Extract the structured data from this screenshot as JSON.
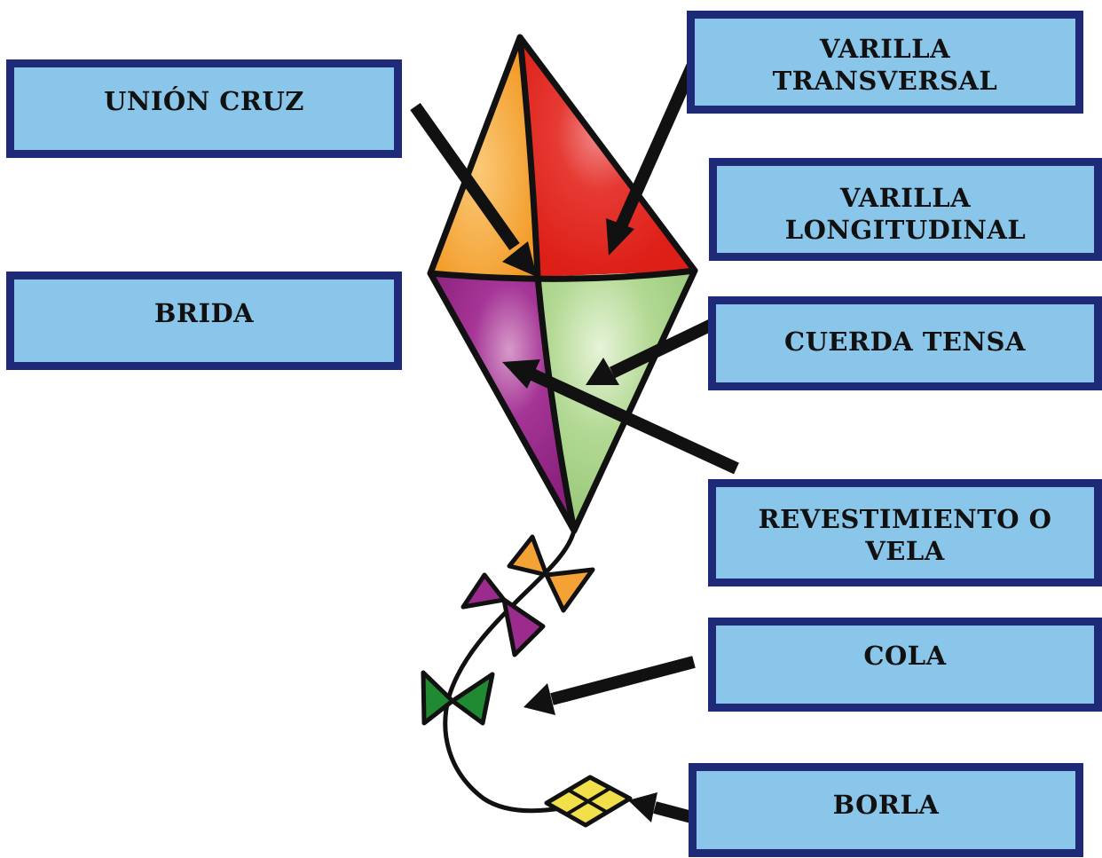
{
  "labels": {
    "union_cruz": "UNIÓN CRUZ",
    "brida": "BRIDA",
    "varilla_transversal": "VARILLA\nTRANSVERSAL",
    "varilla_longitudinal": "VARILLA\nLONGITUDINAL",
    "cuerda_tensa": "CUERDA TENSA",
    "revestimiento": "REVESTIMIENTO O\nVELA",
    "cola": "COLA",
    "borla": "BORLA"
  },
  "colors": {
    "label_fill": "#8ac6ea",
    "label_border": "#1e2a78",
    "sail_orange": "#f4a236",
    "sail_red": "#e3261f",
    "sail_purple": "#9b2c8e",
    "sail_green": "#a9d38a",
    "bow_green": "#1f8a32",
    "tassel_yellow": "#f1e04a",
    "outline": "#111111"
  }
}
